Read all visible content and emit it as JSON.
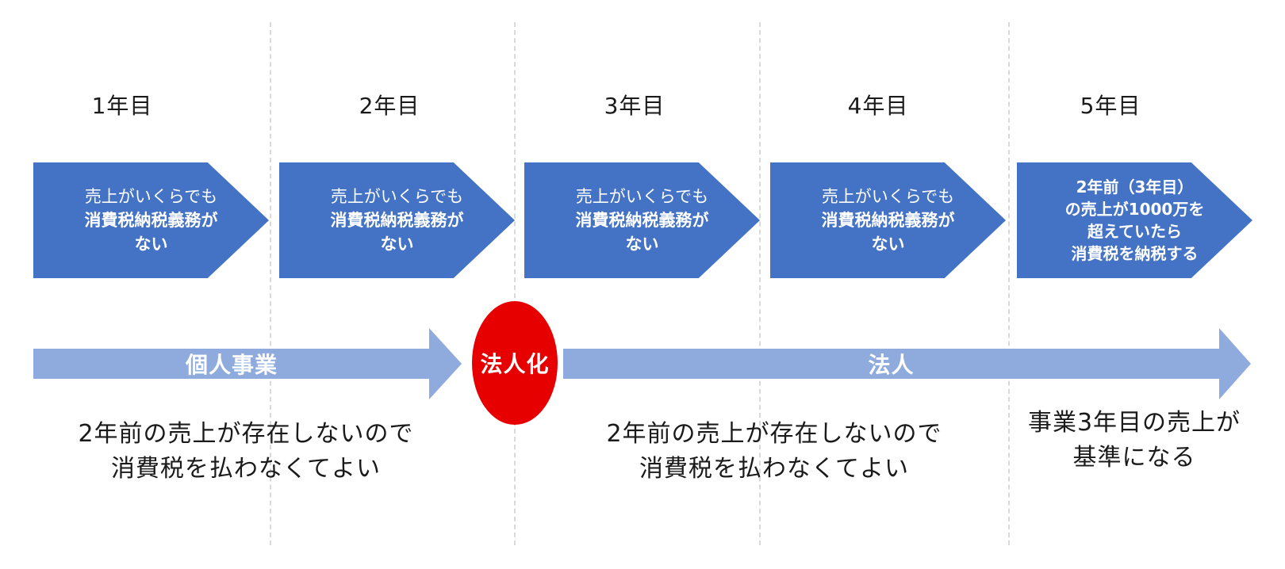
{
  "colors": {
    "pentagon_fill": "#4472c4",
    "band_fill": "#8faadc",
    "conversion_fill": "#e60000",
    "divider": "#d9d9d9",
    "text": "#1a1a1a"
  },
  "years": [
    {
      "label": "1年目",
      "line1": "売上がいくらでも",
      "line2": "消費税納税義務が",
      "line3": "ない"
    },
    {
      "label": "2年目",
      "line1": "売上がいくらでも",
      "line2": "消費税納税義務が",
      "line3": "ない"
    },
    {
      "label": "3年目",
      "line1": "売上がいくらでも",
      "line2": "消費税納税義務が",
      "line3": "ない"
    },
    {
      "label": "4年目",
      "line1": "売上がいくらでも",
      "line2": "消費税納税義務が",
      "line3": "ない"
    },
    {
      "label": "5年目",
      "line1": "2年前（3年目）",
      "line2": "の売上が1000万を",
      "line3": "超えていたら",
      "line4": "消費税を納税する"
    }
  ],
  "bands": {
    "sole": "個人事業",
    "conversion": "法人化",
    "corp": "法人"
  },
  "notes": {
    "sole": {
      "line1": "2年前の売上が存在しないので",
      "line2": "消費税を払わなくてよい"
    },
    "corp": {
      "line1": "2年前の売上が存在しないので",
      "line2": "消費税を払わなくてよい"
    },
    "year5": {
      "line1": "事業3年目の売上が",
      "line2": "基準になる"
    }
  }
}
